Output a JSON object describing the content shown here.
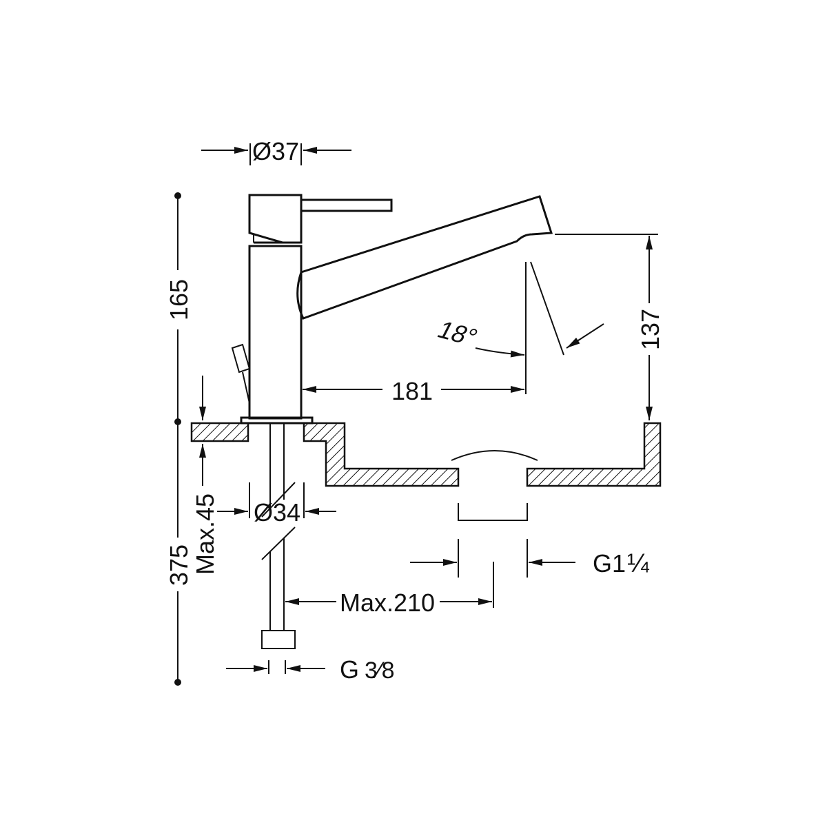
{
  "drawing": {
    "title": "Single-lever basin mixer dimension drawing",
    "line_color": "#111111",
    "dimensions": {
      "body_diameter": "Ø37",
      "overall_height": "165",
      "total_length": "375",
      "max_counter_thickness": "Max.45",
      "hole_diameter": "Ø34",
      "spout_reach": "181",
      "swivel_angle": "18°",
      "spout_height": "137",
      "waste_thread_main": "G1",
      "waste_thread_frac": "¼",
      "hose_length": "Max.210",
      "hose_thread_main": "G",
      "hose_thread_frac": "3⁄8"
    }
  }
}
